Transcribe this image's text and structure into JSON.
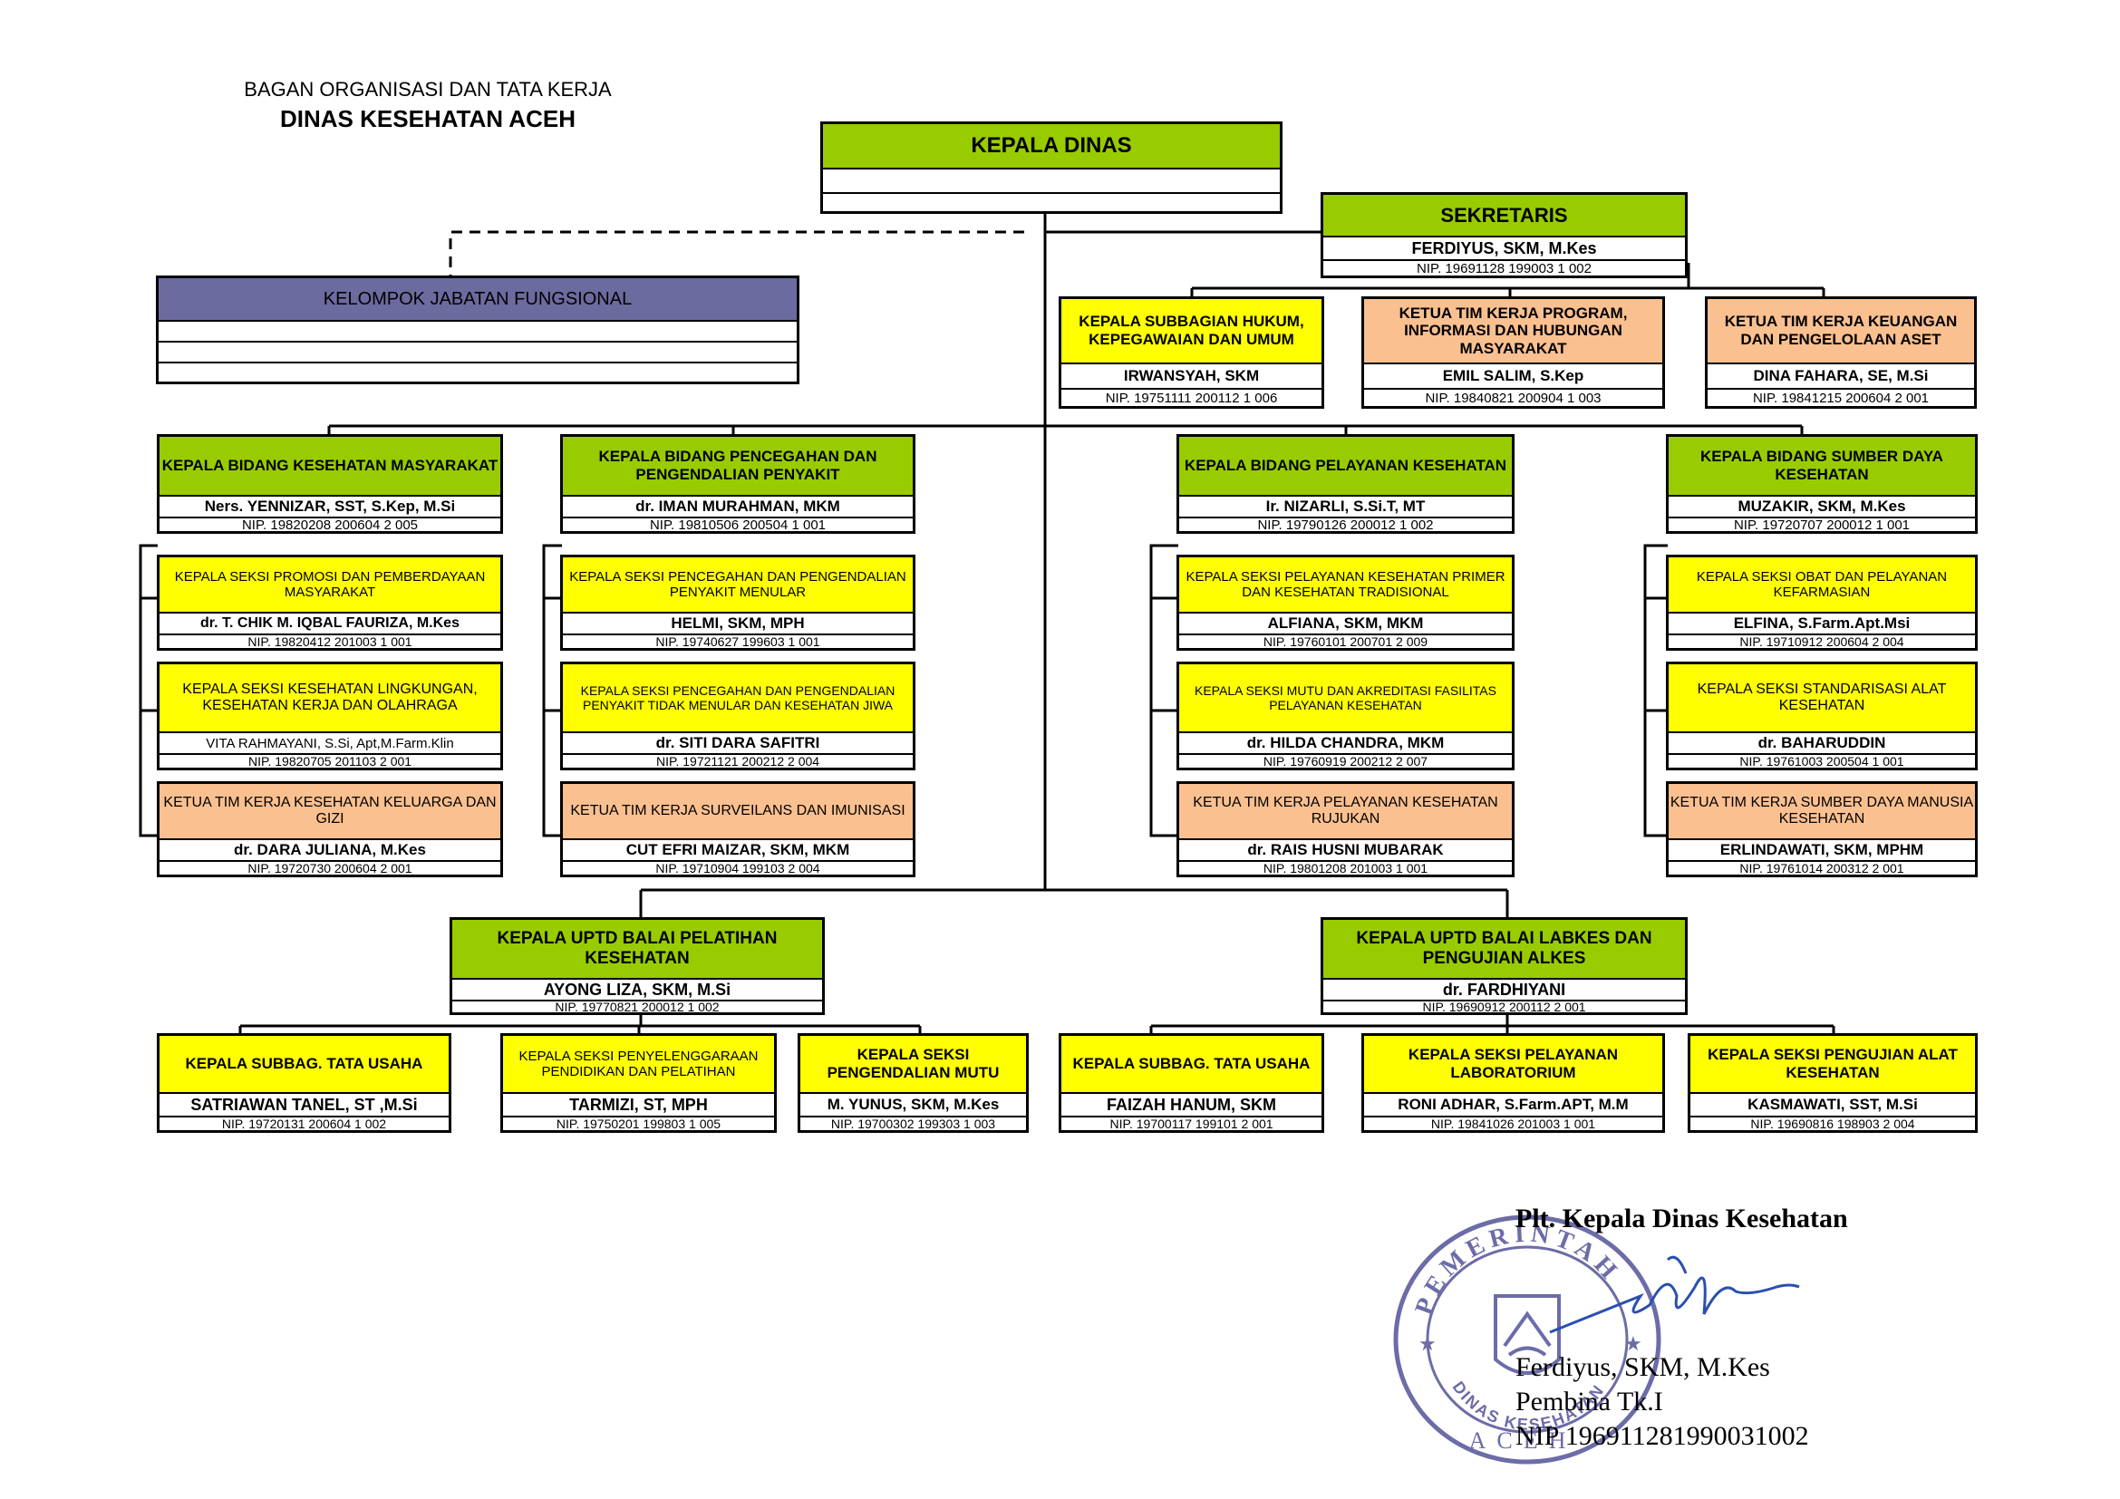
{
  "header": {
    "line1": "BAGAN ORGANISASI DAN TATA KERJA",
    "line2": "DINAS KESEHATAN ACEH"
  },
  "kepala_dinas": {
    "title": "KEPALA DINAS",
    "name": "",
    "nip": ""
  },
  "jabatan_fungsional": {
    "title": "KELOMPOK JABATAN FUNGSIONAL"
  },
  "sekretaris": {
    "title": "SEKRETARIS",
    "name": "FERDIYUS, SKM, M.Kes",
    "nip": "NIP. 19691128 199003 1 002"
  },
  "sekretariat_units": [
    {
      "title": "KEPALA SUBBAGIAN HUKUM, KEPEGAWAIAN DAN UMUM",
      "name": "IRWANSYAH, SKM",
      "nip": "NIP. 19751111 200112 1 006",
      "color": "#ffff00"
    },
    {
      "title": "KETUA TIM KERJA PROGRAM, INFORMASI DAN HUBUNGAN MASYARAKAT",
      "name": "EMIL SALIM, S.Kep",
      "nip": "NIP. 19840821 200904 1 003",
      "color": "#fac090"
    },
    {
      "title": "KETUA TIM KERJA KEUANGAN DAN PENGELOLAAN ASET",
      "name": "DINA FAHARA, SE, M.Si",
      "nip": "NIP. 19841215 200604 2 001",
      "color": "#fac090"
    }
  ],
  "bidang": [
    {
      "title": "KEPALA BIDANG KESEHATAN MASYARAKAT",
      "name": "Ners. YENNIZAR, SST, S.Kep, M.Si",
      "nip": "NIP. 19820208 200604 2 005",
      "seksi": [
        {
          "title": "KEPALA SEKSI PROMOSI DAN PEMBERDAYAAN MASYARAKAT",
          "name": "dr. T. CHIK M. IQBAL FAURIZA, M.Kes",
          "nip": "NIP. 19820412 201003 1 001",
          "color": "#ffff00"
        },
        {
          "title": "KEPALA SEKSI KESEHATAN LINGKUNGAN, KESEHATAN KERJA DAN OLAHRAGA",
          "name": "VITA RAHMAYANI, S.Si, Apt,M.Farm.Klin",
          "nip": "NIP. 19820705 201103 2 001",
          "color": "#ffff00"
        },
        {
          "title": "KETUA TIM KERJA KESEHATAN KELUARGA DAN GIZI",
          "name": "dr. DARA JULIANA, M.Kes",
          "nip": "NIP. 19720730 200604 2 001",
          "color": "#fac090"
        }
      ]
    },
    {
      "title": "KEPALA BIDANG PENCEGAHAN DAN PENGENDALIAN PENYAKIT",
      "name": "dr. IMAN MURAHMAN, MKM",
      "nip": "NIP. 19810506 200504 1 001",
      "seksi": [
        {
          "title": "KEPALA SEKSI PENCEGAHAN DAN PENGENDALIAN PENYAKIT MENULAR",
          "name": "HELMI, SKM, MPH",
          "nip": "NIP. 19740627 199603 1 001",
          "color": "#ffff00"
        },
        {
          "title": "KEPALA SEKSI PENCEGAHAN DAN PENGENDALIAN PENYAKIT TIDAK MENULAR DAN KESEHATAN JIWA",
          "name": "dr. SITI DARA SAFITRI",
          "nip": "NIP. 19721121 200212 2 004",
          "color": "#ffff00"
        },
        {
          "title": "KETUA TIM KERJA SURVEILANS DAN IMUNISASI",
          "name": "CUT EFRI MAIZAR, SKM, MKM",
          "nip": "NIP. 19710904 199103 2 004",
          "color": "#fac090"
        }
      ]
    },
    {
      "title": "KEPALA BIDANG PELAYANAN KESEHATAN",
      "name": "Ir. NIZARLI, S.Si.T, MT",
      "nip": "NIP. 19790126 200012 1 002",
      "seksi": [
        {
          "title": "KEPALA SEKSI PELAYANAN KESEHATAN PRIMER DAN KESEHATAN TRADISIONAL",
          "name": "ALFIANA, SKM, MKM",
          "nip": "NIP. 19760101 200701 2 009",
          "color": "#ffff00"
        },
        {
          "title": "KEPALA SEKSI MUTU DAN AKREDITASI FASILITAS PELAYANAN KESEHATAN",
          "name": "dr. HILDA CHANDRA, MKM",
          "nip": "NIP. 19760919 200212 2 007",
          "color": "#ffff00"
        },
        {
          "title": "KETUA TIM KERJA PELAYANAN KESEHATAN RUJUKAN",
          "name": "dr. RAIS HUSNI MUBARAK",
          "nip": "NIP. 19801208 201003 1 001",
          "color": "#fac090"
        }
      ]
    },
    {
      "title": "KEPALA BIDANG SUMBER DAYA KESEHATAN",
      "name": "MUZAKIR, SKM, M.Kes",
      "nip": "NIP. 19720707 200012 1 001",
      "seksi": [
        {
          "title": "KEPALA SEKSI OBAT DAN PELAYANAN KEFARMASIAN",
          "name": "ELFINA, S.Farm.Apt.Msi",
          "nip": "NIP. 19710912 200604 2 004",
          "color": "#ffff00"
        },
        {
          "title": "KEPALA SEKSI STANDARISASI ALAT KESEHATAN",
          "name": "dr. BAHARUDDIN",
          "nip": "NIP. 19761003 200504 1 001",
          "color": "#ffff00"
        },
        {
          "title": "KETUA TIM KERJA SUMBER DAYA MANUSIA KESEHATAN",
          "name": "ERLINDAWATI, SKM, MPHM",
          "nip": "NIP. 19761014 200312 2 001",
          "color": "#fac090"
        }
      ]
    }
  ],
  "uptd": [
    {
      "title": "KEPALA UPTD BALAI PELATIHAN KESEHATAN",
      "name": "AYONG LIZA, SKM, M.Si",
      "nip": "NIP. 19770821 200012 1 002",
      "units": [
        {
          "title": "KEPALA SUBBAG. TATA USAHA",
          "name": "SATRIAWAN TANEL, ST ,M.Si",
          "nip": "NIP. 19720131 200604 1 002"
        },
        {
          "title": "KEPALA SEKSI PENYELENGGARAAN PENDIDIKAN DAN PELATIHAN",
          "name": "TARMIZI, ST, MPH",
          "nip": "NIP. 19750201 199803 1 005"
        },
        {
          "title": "KEPALA SEKSI PENGENDALIAN MUTU",
          "name": "M. YUNUS, SKM, M.Kes",
          "nip": "NIP. 19700302 199303 1 003"
        }
      ]
    },
    {
      "title": "KEPALA UPTD BALAI LABKES DAN PENGUJIAN ALKES",
      "name": "dr. FARDHIYANI",
      "nip": "NIP. 19690912 200112 2 001",
      "units": [
        {
          "title": "KEPALA SUBBAG. TATA USAHA",
          "name": "FAIZAH HANUM, SKM",
          "nip": "NIP. 19700117 199101 2 001"
        },
        {
          "title": "KEPALA SEKSI PELAYANAN LABORATORIUM",
          "name": "RONI ADHAR, S.Farm.APT, M.M",
          "nip": "NIP. 19841026 201003 1 001"
        },
        {
          "title": "KEPALA SEKSI PENGUJIAN ALAT KESEHATAN",
          "name": "KASMAWATI, SST, M.Si",
          "nip": "NIP. 19690816 198903 2 004"
        }
      ]
    }
  ],
  "signature": {
    "title": "Plt. Kepala Dinas Kesehatan",
    "name": "Ferdiyus, SKM, M.Kes",
    "rank": "Pembina Tk.I",
    "nip": "NIP 196911281990031002",
    "stamp_top": "PEMERINTAH",
    "stamp_mid": "DINAS KESEHATAN",
    "stamp_bottom": "ACEH",
    "stamp_color": "#6c6ca8"
  }
}
